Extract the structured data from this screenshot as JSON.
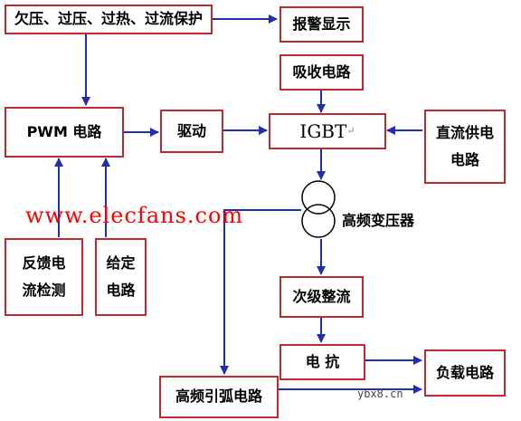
{
  "boxes": {
    "protect": "欠压、过压、过热、过流保护",
    "alarm": "报警显示",
    "absorb": "吸收电路",
    "pwm": "PWM  电路",
    "drive": "驱动",
    "igbt": "IGBT",
    "dc_supply": "直流供电\n电路",
    "feedback": "反馈电\n流检测",
    "setpoint": "给定\n电路",
    "secondary": "次级整流",
    "reactor": "电    抗",
    "load": "负载电路",
    "hf_arc": "高频引弧电路"
  },
  "transformer_label": "高频变压器",
  "watermarks": {
    "site": "www.elecfans.com",
    "site2": "ybx8.cn"
  },
  "colors": {
    "box_border": "#c0292f",
    "arrow": "#1f2fb0",
    "watermark": "#ff0000"
  }
}
